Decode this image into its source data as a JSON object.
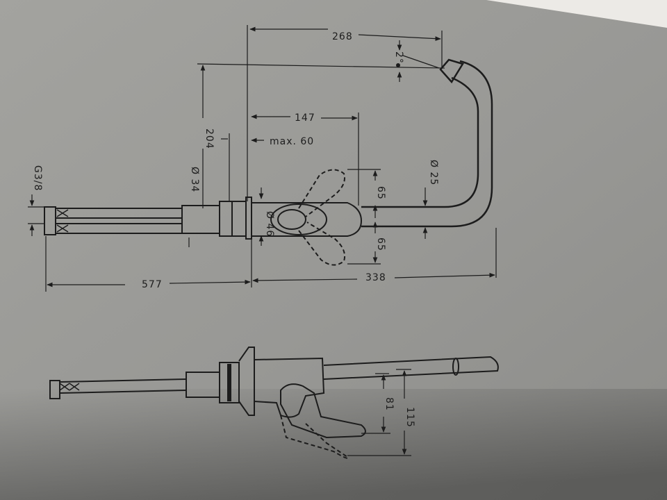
{
  "diagram": {
    "top_view": {
      "dimensions": {
        "overall_reach": "268",
        "small_angle": "2°",
        "height_total": "204",
        "base_offset": "147",
        "max_thickness": "max. 60",
        "shank_diameter": "Ø 34",
        "thread": "G3/8",
        "spout_diameter": "Ø 25",
        "lever_swing_up": "65",
        "lever_swing_down": "65",
        "body_diameter": "Ø 46",
        "hose_length": "577",
        "spout_height": "338"
      }
    },
    "side_view": {
      "dimensions": {
        "lever_height": "81",
        "lever_height_max": "115"
      }
    }
  }
}
